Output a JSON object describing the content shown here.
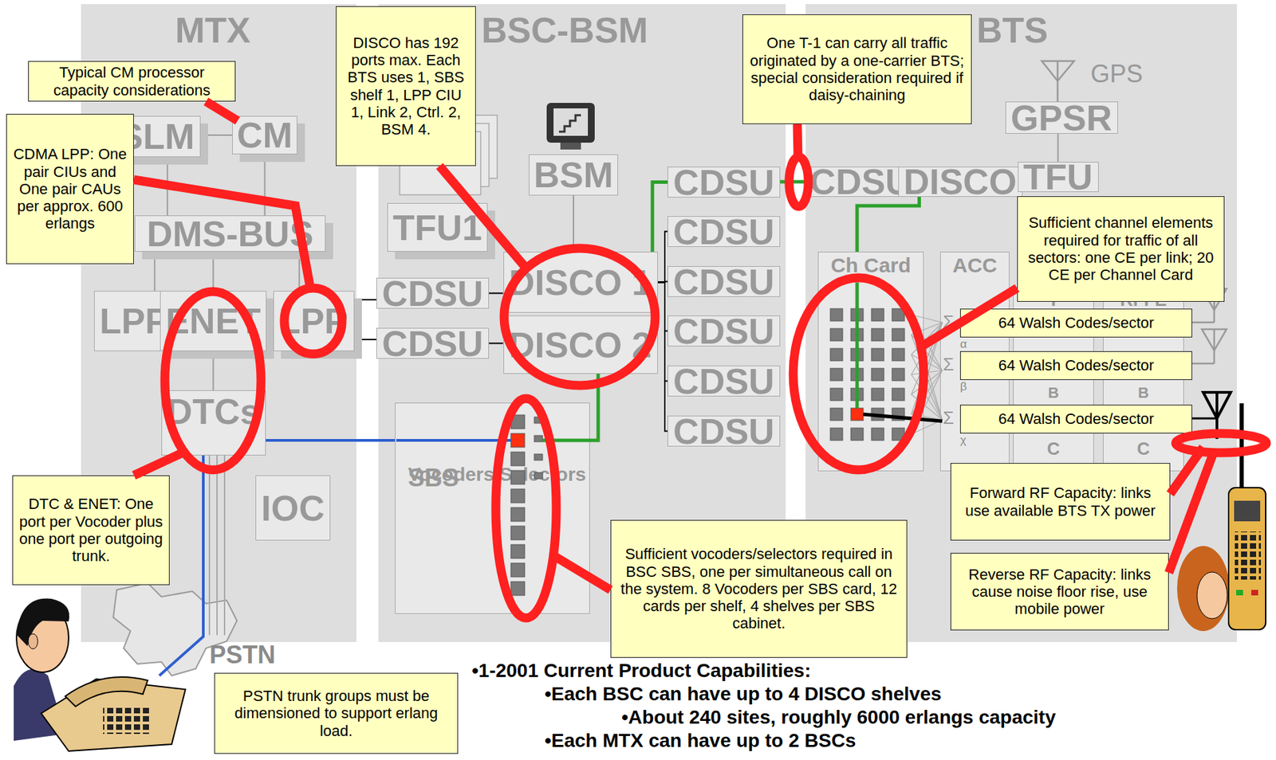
{
  "diagram": {
    "nodes": [
      {
        "text": [
          "MTX"
        ]
      },
      {
        "text": [
          "SLM"
        ],
        "in": 0
      },
      {
        "text": [
          "CM"
        ],
        "in": 0
      },
      {
        "text": [
          "DMS-BUS"
        ],
        "in": 0
      },
      {
        "text": [
          "LPP"
        ],
        "in": 0
      },
      {
        "text": [
          "ENET"
        ],
        "in": 0
      },
      {
        "text": [
          "LPP"
        ],
        "in": 0
      },
      {
        "text": [
          "DTCs"
        ],
        "in": 0
      },
      {
        "text": [
          "IOC"
        ],
        "in": 0
      },
      {
        "text": [
          "BSC-BSM"
        ]
      },
      {
        "text": [
          "BSM"
        ],
        "in": 9
      },
      {
        "text": [
          "TFU1"
        ],
        "in": 9
      },
      {
        "text": [
          "DISCO 1"
        ],
        "in": 9
      },
      {
        "text": [
          "DISCO 2"
        ],
        "in": 9
      },
      {
        "text": [
          "CDSU"
        ],
        "in": 9
      },
      {
        "text": [
          "CDSU"
        ],
        "in": 9
      },
      {
        "text": [
          "CDSU"
        ],
        "in": 9
      },
      {
        "text": [
          "CDSU"
        ],
        "in": 9
      },
      {
        "text": [
          "CDSU"
        ],
        "in": 9
      },
      {
        "text": [
          "CDSU"
        ],
        "in": 9
      },
      {
        "text": [
          "CDSU"
        ],
        "in": 9
      },
      {
        "text": [
          "CDSU"
        ],
        "in": 9
      },
      {
        "text": [
          "SBS",
          "Vocoders Selectors"
        ],
        "in": 9
      },
      {
        "text": [
          "BTS"
        ]
      },
      {
        "text": [
          "GPSR"
        ],
        "in": 23
      },
      {
        "text": [
          "CDSU"
        ],
        "in": 23
      },
      {
        "text": [
          "DISCO"
        ],
        "in": 23
      },
      {
        "text": [
          "TFU"
        ],
        "in": 23
      },
      {
        "text": [
          "Ch Card"
        ],
        "in": 23
      },
      {
        "text": [
          "ACC"
        ],
        "in": 23
      },
      {
        "text": [
          "T",
          "B",
          "C"
        ],
        "in": 23
      },
      {
        "text": [
          "RFFE",
          "B",
          "C"
        ],
        "in": 23
      },
      {
        "text": [
          "Typical CM processor capacity considerations"
        ]
      },
      {
        "text": [
          "CDMA LPP: One pair CIUs and One pair CAUs per approx. 600 erlangs"
        ]
      },
      {
        "text": [
          "DISCO has 192 ports max. Each BTS uses 1, SBS shelf 1, LPP CIU 1, Link 2, Ctrl. 2, BSM 4."
        ]
      },
      {
        "text": [
          "One T-1 can carry all traffic originated by a one-carrier BTS; special consideration required if daisy-chaining"
        ]
      },
      {
        "text": [
          "Sufficient channel elements required for traffic of all sectors: one CE per link; 20 CE per Channel Card"
        ]
      },
      {
        "text": [
          "64 Walsh Codes/sector"
        ]
      },
      {
        "text": [
          "64 Walsh Codes/sector"
        ]
      },
      {
        "text": [
          "64 Walsh Codes/sector"
        ]
      },
      {
        "text": [
          "Forward RF Capacity: links use available BTS TX power"
        ]
      },
      {
        "text": [
          "Reverse RF Capacity: links cause noise floor rise, use mobile power"
        ]
      },
      {
        "text": [
          "DTC & ENET: One port per Vocoder plus one port per outgoing trunk."
        ]
      },
      {
        "text": [
          "Sufficient vocoders/selectors required in BSC SBS, one per simultaneous call on the system. 8 Vocoders per SBS card, 12 cards per shelf, 4 shelves per SBS cabinet."
        ]
      },
      {
        "text": [
          "PSTN trunk groups must be dimensioned to support erlang load."
        ]
      }
    ],
    "edges": [
      {
        "from": 1,
        "to": 2,
        "arrow": "none"
      },
      {
        "from": 1,
        "to": 3,
        "arrow": "none"
      },
      {
        "from": 2,
        "to": 3,
        "arrow": "none"
      },
      {
        "from": 3,
        "to": 4,
        "arrow": "none"
      },
      {
        "from": 3,
        "to": 5,
        "arrow": "none"
      },
      {
        "from": 3,
        "to": 6,
        "arrow": "none"
      },
      {
        "from": 5,
        "to": 7,
        "arrow": "none"
      },
      {
        "from": 6,
        "to": 14,
        "arrow": "none"
      },
      {
        "from": 6,
        "to": 15,
        "arrow": "none"
      },
      {
        "from": 14,
        "to": 12,
        "arrow": "none"
      },
      {
        "from": 15,
        "to": 13,
        "arrow": "none"
      },
      {
        "from": 10,
        "to": 12,
        "arrow": "none"
      },
      {
        "from": 12,
        "to": 16,
        "arrow": "none"
      },
      {
        "from": 12,
        "to": 17,
        "arrow": "none"
      },
      {
        "from": 12,
        "to": 18,
        "arrow": "none"
      },
      {
        "from": 12,
        "to": 19,
        "arrow": "none"
      },
      {
        "from": 12,
        "to": 20,
        "arrow": "none"
      },
      {
        "from": 12,
        "to": 21,
        "arrow": "none"
      },
      {
        "from": 16,
        "to": 25,
        "arrow": "none"
      },
      {
        "from": 25,
        "to": 26,
        "arrow": "none"
      },
      {
        "from": 26,
        "to": 28,
        "arrow": "none"
      },
      {
        "from": 13,
        "to": 22,
        "arrow": "none"
      },
      {
        "from": 22,
        "to": 7,
        "arrow": "none"
      },
      {
        "from": 24,
        "to": 27,
        "arrow": "none"
      }
    ],
    "labels": [
      "GPS",
      "PSTN",
      "Σ",
      "α",
      "Σ",
      "β",
      "Σ",
      "χ",
      "•1-2001 Current Product Capabilities:",
      "•Each BSC can have up to 4 DISCO shelves",
      "•About 240 sites, roughly 6000 erlangs capacity",
      "•Each MTX can have up to 2 BSCs"
    ]
  }
}
